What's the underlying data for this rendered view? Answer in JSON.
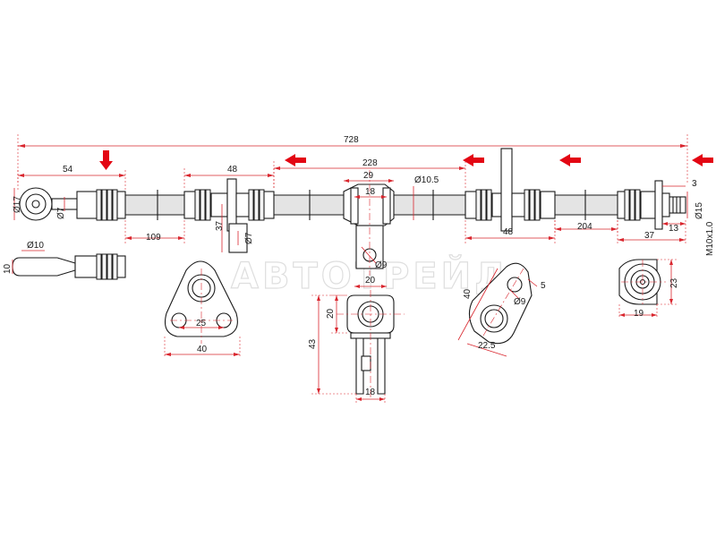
{
  "watermark": "АВТОТРЕЙД",
  "colors": {
    "dimension": "#d9262e",
    "arrow": "#e30613",
    "hose": "#e4e4e4",
    "outline": "#1a1a1a"
  },
  "dimensions": {
    "overall_length": "728",
    "left_banjo_run": "54",
    "left_banjo_dia": "Ø17",
    "left_bolt_dia": "Ø7",
    "bracket_a_width": "48",
    "bracket_a_offset": "109",
    "bracket_a_height": "37",
    "bracket_a_hole": "Ø7",
    "pipe_end_dia": "Ø10",
    "pipe_end_len": "10",
    "mid_clip_span": "228",
    "mid_clip_outer": "29",
    "mid_clip_inner": "18",
    "mid_hose_dia": "Ø10.5",
    "mid_clip_hole": "Ø9",
    "plate_hole_spacing": "25",
    "plate_width": "40",
    "clip_top_width": "20",
    "clip_height_upper": "20",
    "clip_height_total": "43",
    "clip_bottom_width": "18",
    "bracket_b_width": "48",
    "bracket_b_offset": "204",
    "slanted_plate_length": "40",
    "slanted_plate_edge": "5",
    "slanted_plate_hole": "Ø9",
    "slanted_plate_base": "22.5",
    "right_fitting_len": "37",
    "right_hex_len": "13",
    "right_thread_len": "3",
    "right_fitting_dia": "Ø15",
    "right_thread": "M10x1.0",
    "nut_height": "23",
    "nut_width": "19"
  }
}
